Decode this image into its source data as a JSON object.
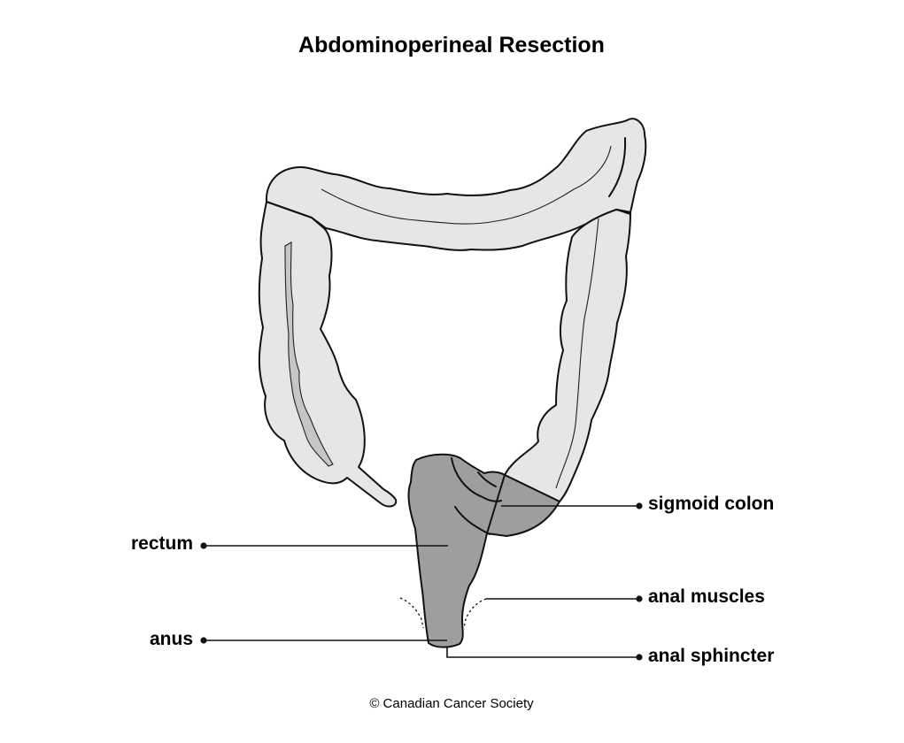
{
  "title": "Abdominoperineal Resection",
  "credit": "© Canadian Cancer Society",
  "colors": {
    "colon_fill": "#e6e6e6",
    "removed_fill": "#9e9e9e",
    "outline": "#111111"
  },
  "labels": {
    "sigmoid_colon": "sigmoid colon",
    "rectum": "rectum",
    "anal_muscles": "anal muscles",
    "anus": "anus",
    "anal_sphincter": "anal sphincter"
  }
}
